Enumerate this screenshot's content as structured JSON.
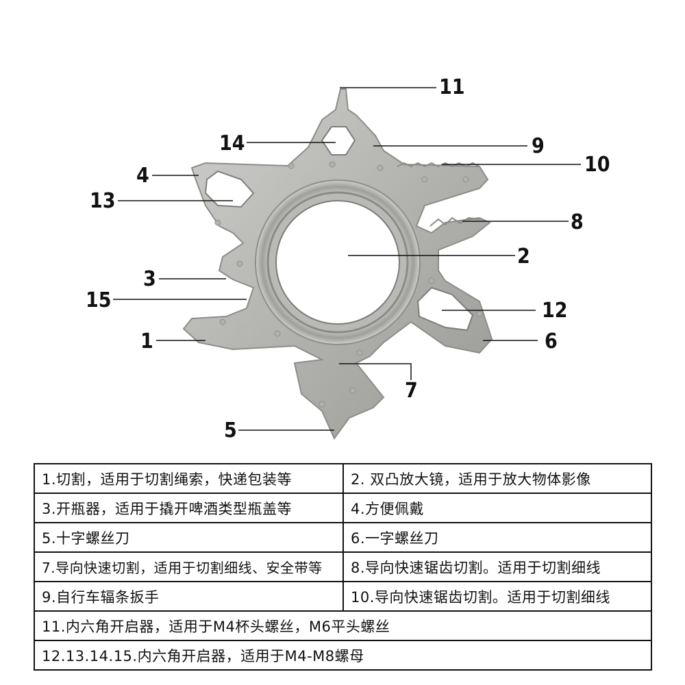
{
  "callouts": [
    {
      "id": "n1",
      "label": "1"
    },
    {
      "id": "n2",
      "label": "2"
    },
    {
      "id": "n3",
      "label": "3"
    },
    {
      "id": "n4",
      "label": "4"
    },
    {
      "id": "n5",
      "label": "5"
    },
    {
      "id": "n6",
      "label": "6"
    },
    {
      "id": "n7",
      "label": "7"
    },
    {
      "id": "n8",
      "label": "8"
    },
    {
      "id": "n9",
      "label": "9"
    },
    {
      "id": "n10",
      "label": "10"
    },
    {
      "id": "n11",
      "label": "11"
    },
    {
      "id": "n12",
      "label": "12"
    },
    {
      "id": "n13",
      "label": "13"
    },
    {
      "id": "n14",
      "label": "14"
    },
    {
      "id": "n15",
      "label": "15"
    }
  ],
  "table": {
    "rows": [
      [
        "1.切割，适用于切割绳索，快递包装等",
        "2. 双凸放大镜，适用于放大物体影像"
      ],
      [
        "3.开瓶器，适用于撬开啤酒类型瓶盖等",
        "4.方便佩戴"
      ],
      [
        "5.十字螺丝刀",
        "6.一字螺丝刀"
      ],
      [
        "7.导向快速切割，适用于切割细线、安全带等",
        "8.导向快速锯齿切割。适用于切割细线"
      ],
      [
        "9.自行车辐条扳手",
        "10.导向快速锯齿切割。适用于切割细线"
      ],
      [
        "11.内六角开启器，适用于M4杯头螺丝，M6平头螺丝"
      ],
      [
        "12.13.14.15.内六角开启器，适用于M4-M8螺母"
      ]
    ]
  },
  "colors": {
    "metal_light": "#c9c9c7",
    "metal_mid": "#a9a9a6",
    "metal_dark": "#7d7d7a",
    "line": "#111111"
  }
}
